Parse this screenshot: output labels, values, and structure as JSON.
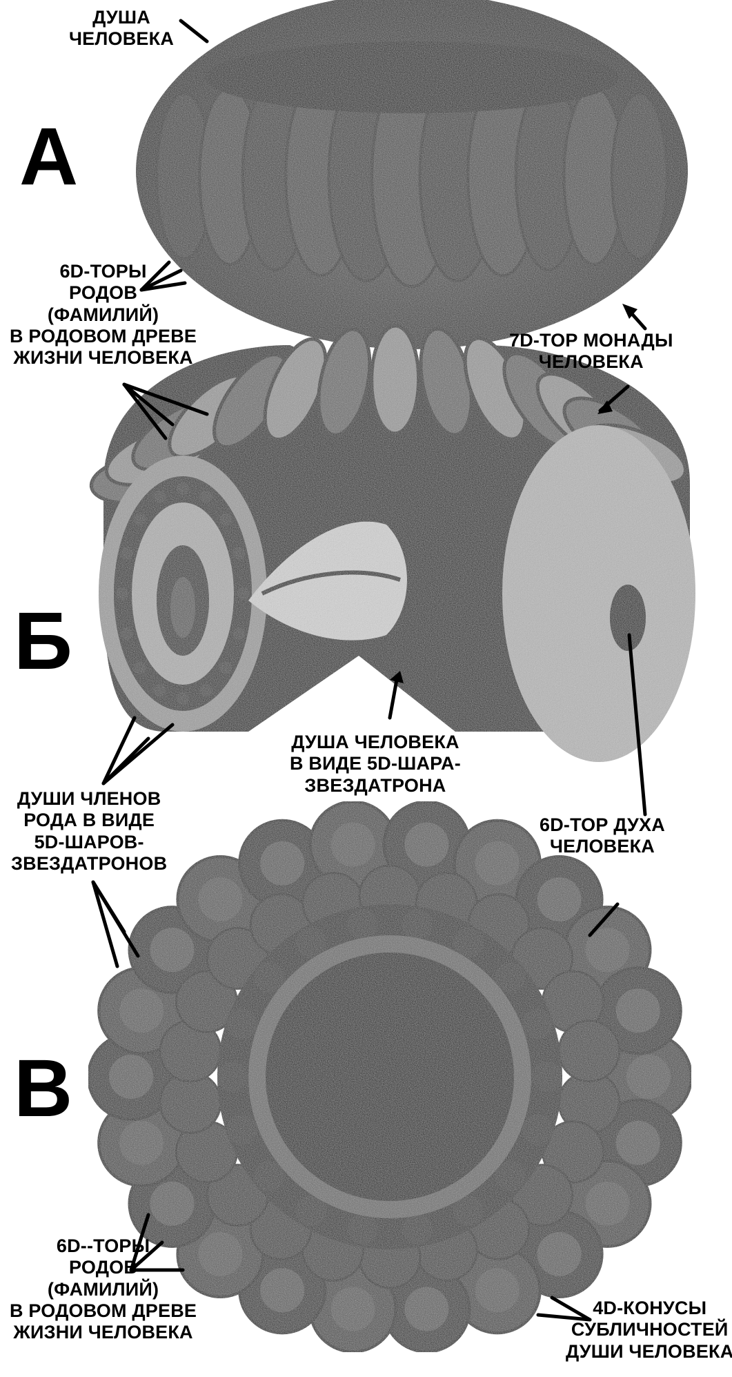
{
  "section_letters": {
    "a": "А",
    "b": "Б",
    "v": "В"
  },
  "labels": {
    "dusha_cheloveka": [
      "ДУША",
      "ЧЕЛОВЕКА"
    ],
    "tory_rodov_top": [
      "6D-ТОРЫ",
      "РОДОВ",
      "(ФАМИЛИЙ)",
      "В РОДОВОМ ДРЕВЕ",
      "ЖИЗНИ ЧЕЛОВЕКА"
    ],
    "tor_monady": [
      "7D-ТОР МОНАДЫ",
      "ЧЕЛОВЕКА"
    ],
    "dushi_chlenov_roda": [
      "ДУШИ ЧЛЕНОВ",
      "РОДА В ВИДЕ",
      "5D-ШАРОВ-",
      "ЗВЕЗДАТРОНОВ"
    ],
    "dusha_5d_shara": [
      "ДУША ЧЕЛОВЕКА",
      "В ВИДЕ 5D-ШАРА-",
      "ЗВЕЗДАТРОНА"
    ],
    "tor_dukha": [
      "6D-ТОР ДУХА",
      "ЧЕЛОВЕКА"
    ],
    "tory_rodov_bottom": [
      "6D--ТОРЫ",
      "РОДОВ",
      "(ФАМИЛИЙ)",
      "В РОДОВОМ ДРЕВЕ",
      "ЖИЗНИ ЧЕЛОВЕКА"
    ],
    "konusy_sublichnostei": [
      "4D-КОНУСЫ",
      "СУБЛИЧНОСТЕЙ",
      "ДУШИ ЧЕЛОВЕКА"
    ]
  },
  "palette": {
    "background": "#ffffff",
    "ink": "#000000",
    "dark": "#1c1c1c",
    "mid": "#4e4e4e",
    "light": "#9a9a9a",
    "pale": "#c9c9c9"
  }
}
